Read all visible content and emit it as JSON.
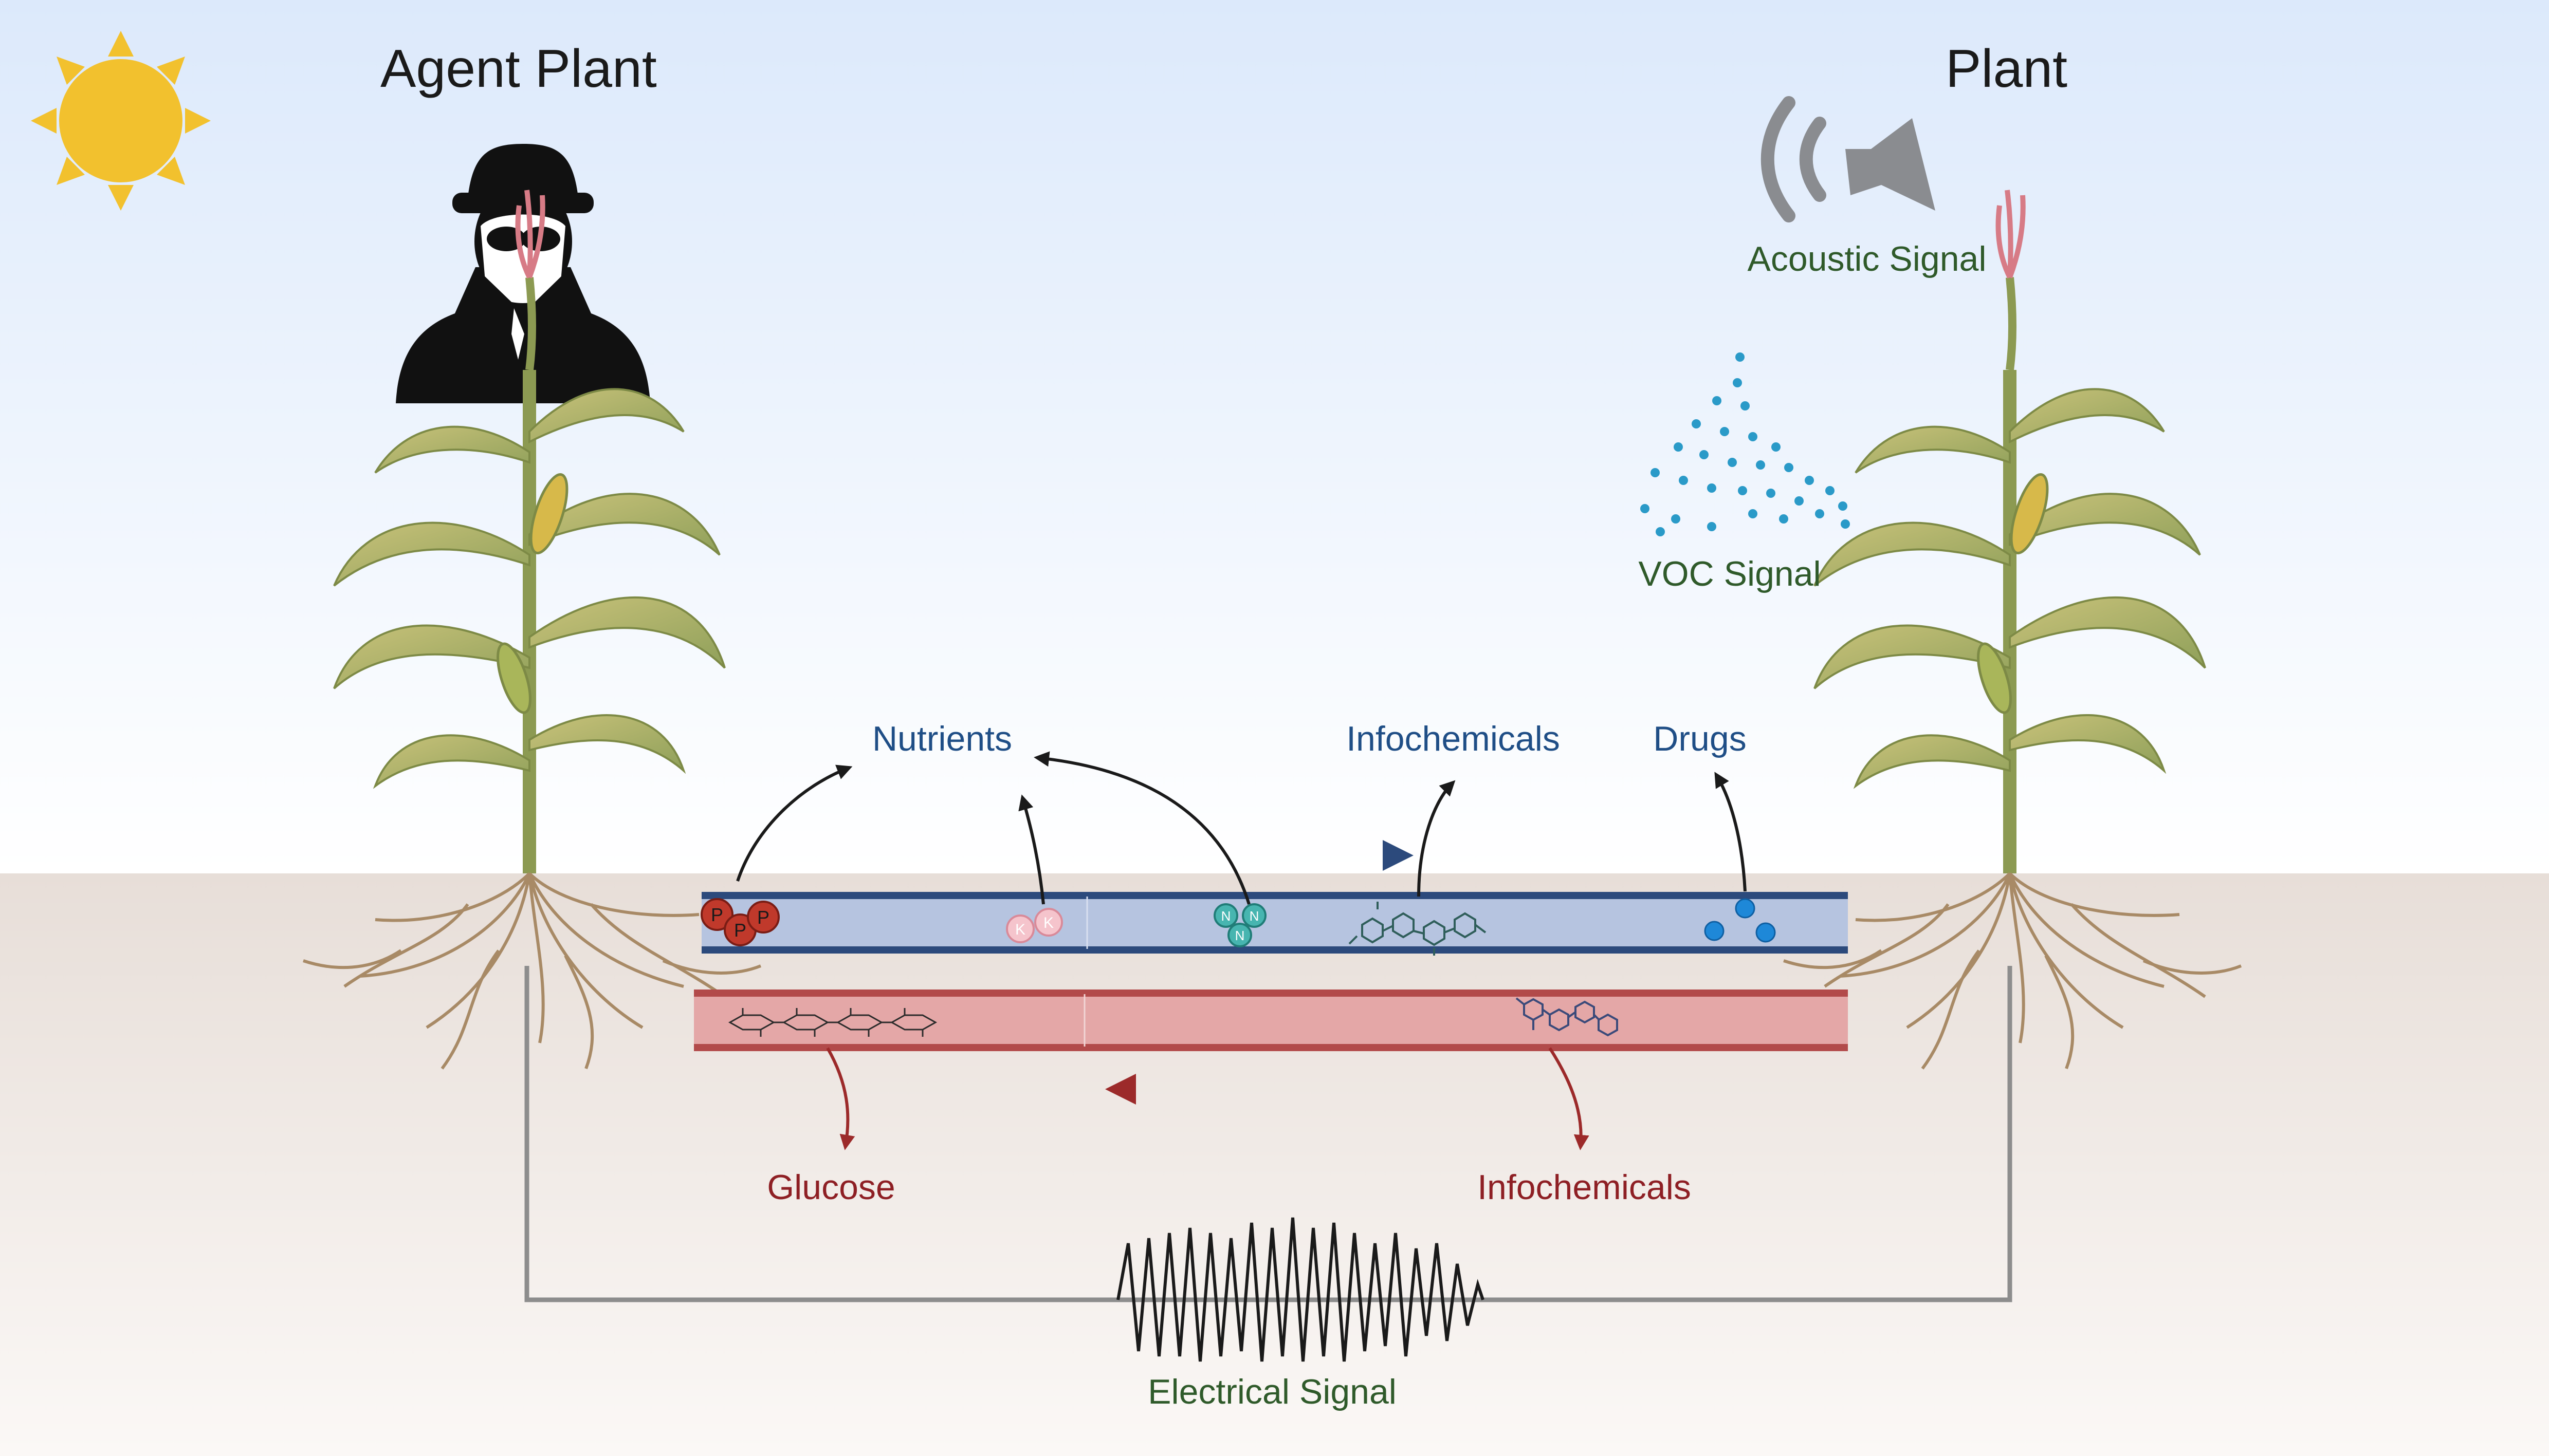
{
  "left_plant": {
    "title": "Agent Plant"
  },
  "right_plant": {
    "title": "Plant"
  },
  "signals": {
    "acoustic": "Acoustic Signal",
    "voc": "VOC Signal",
    "electrical": "Electrical Signal"
  },
  "upper_channel": {
    "nutrients": "Nutrients",
    "infochemicals": "Infochemicals",
    "drugs": "Drugs",
    "phosphate_symbol": "P",
    "potassium_symbol": "K",
    "nitrogen_symbol": "N"
  },
  "lower_channel": {
    "glucose": "Glucose",
    "infochemicals": "Infochemicals"
  },
  "colors": {
    "upper_channel": "#b6c4e0",
    "upper_border": "#2c4a7c",
    "lower_channel": "#e4a7a7",
    "lower_border": "#b24a4a",
    "phosphate": "#c0392b",
    "potassium": "#f5c4cc",
    "nitrogen": "#47b5b0",
    "drug": "#1e88d8",
    "sun": "#f2c12e",
    "maize_leaf": "#b7b36a",
    "root": "#a88a66"
  }
}
